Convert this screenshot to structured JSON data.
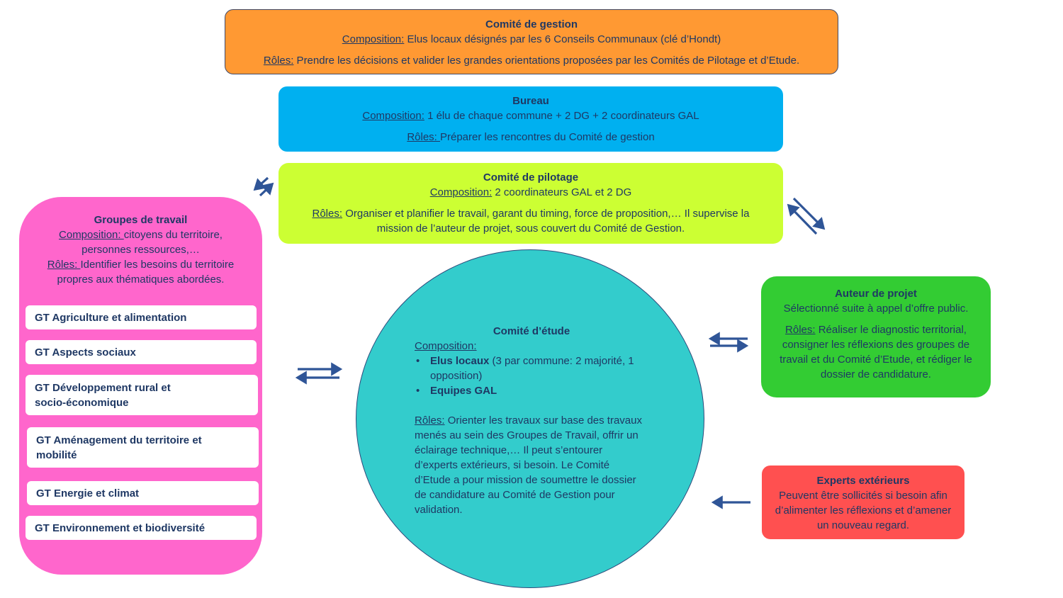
{
  "comite_gestion": {
    "title": "Comité de gestion",
    "composition_label": "Composition:",
    "composition_text": " Elus locaux désignés par les 6 Conseils Communaux (clé d’Hondt)",
    "roles_label": "Rôles:",
    "roles_text": " Prendre les décisions et valider les grandes orientations proposées par les Comités de Pilotage et d’Etude.",
    "color": "#ff9933"
  },
  "bureau": {
    "title": "Bureau",
    "composition_label": "Composition:",
    "composition_text": " 1 élu de chaque commune + 2 DG + 2 coordinateurs GAL",
    "roles_label": "Rôles: ",
    "roles_text": "Préparer les rencontres du Comité de gestion",
    "color": "#00b0f0"
  },
  "comite_pilotage": {
    "title": "Comité de pilotage",
    "composition_label": "Composition:",
    "composition_text": " 2 coordinateurs GAL et 2 DG",
    "roles_label": "Rôles:",
    "roles_line1": " Organiser et planifier le travail, garant du timing, force de proposition,… Il supervise la",
    "roles_line2": "mission de l’auteur de projet, sous couvert du Comité de Gestion.",
    "color": "#ccff33"
  },
  "groupes_travail": {
    "title": "Groupes de travail",
    "composition_label": "Composition: ",
    "composition_line1": "citoyens du territoire,",
    "composition_line2": "personnes ressources,…",
    "roles_label": "Rôles: ",
    "roles_line1": "Identifier les besoins du territoire",
    "roles_line2": "propres aux thématiques abordées.",
    "items": [
      "GT Agriculture et alimentation",
      "GT Aspects sociaux",
      "GT Développement rural et socio-économique",
      "GT Aménagement du territoire et mobilité",
      "GT Energie et climat",
      "GT Environnement et biodiversité"
    ],
    "color": "#ff66cc"
  },
  "comite_etude": {
    "title": "Comité d’étude",
    "composition_label": "Composition:",
    "bullets": [
      {
        "bold": "Elus locaux",
        "text": " (3 par commune: 2 majorité, 1 opposition)"
      },
      {
        "bold": "Equipes GAL",
        "text": ""
      }
    ],
    "roles_label": "Rôles:",
    "roles_text": " Orienter les travaux sur base des travaux menés au sein des Groupes de Travail, offrir un éclairage technique,… Il peut s’entourer d’experts extérieurs, si besoin. Le Comité d’Etude a pour mission de soumettre le dossier de candidature au Comité de Gestion pour validation.",
    "color": "#33cccc"
  },
  "auteur_projet": {
    "title": "Auteur de projet",
    "subtitle": "Sélectionné suite à appel d’offre public.",
    "roles_label": "Rôles:",
    "roles_text": " Réaliser le diagnostic territorial, consigner les réflexions des groupes de travail et du Comité d’Etude, et rédiger le dossier de candidature.",
    "color": "#33cc33"
  },
  "experts_exterieurs": {
    "title": "Experts extérieurs",
    "text": "Peuvent être sollicités si besoin afin d’alimenter les réflexions et d’amener un nouveau regard.",
    "color": "#ff5050"
  },
  "arrow_color": "#2f5597"
}
